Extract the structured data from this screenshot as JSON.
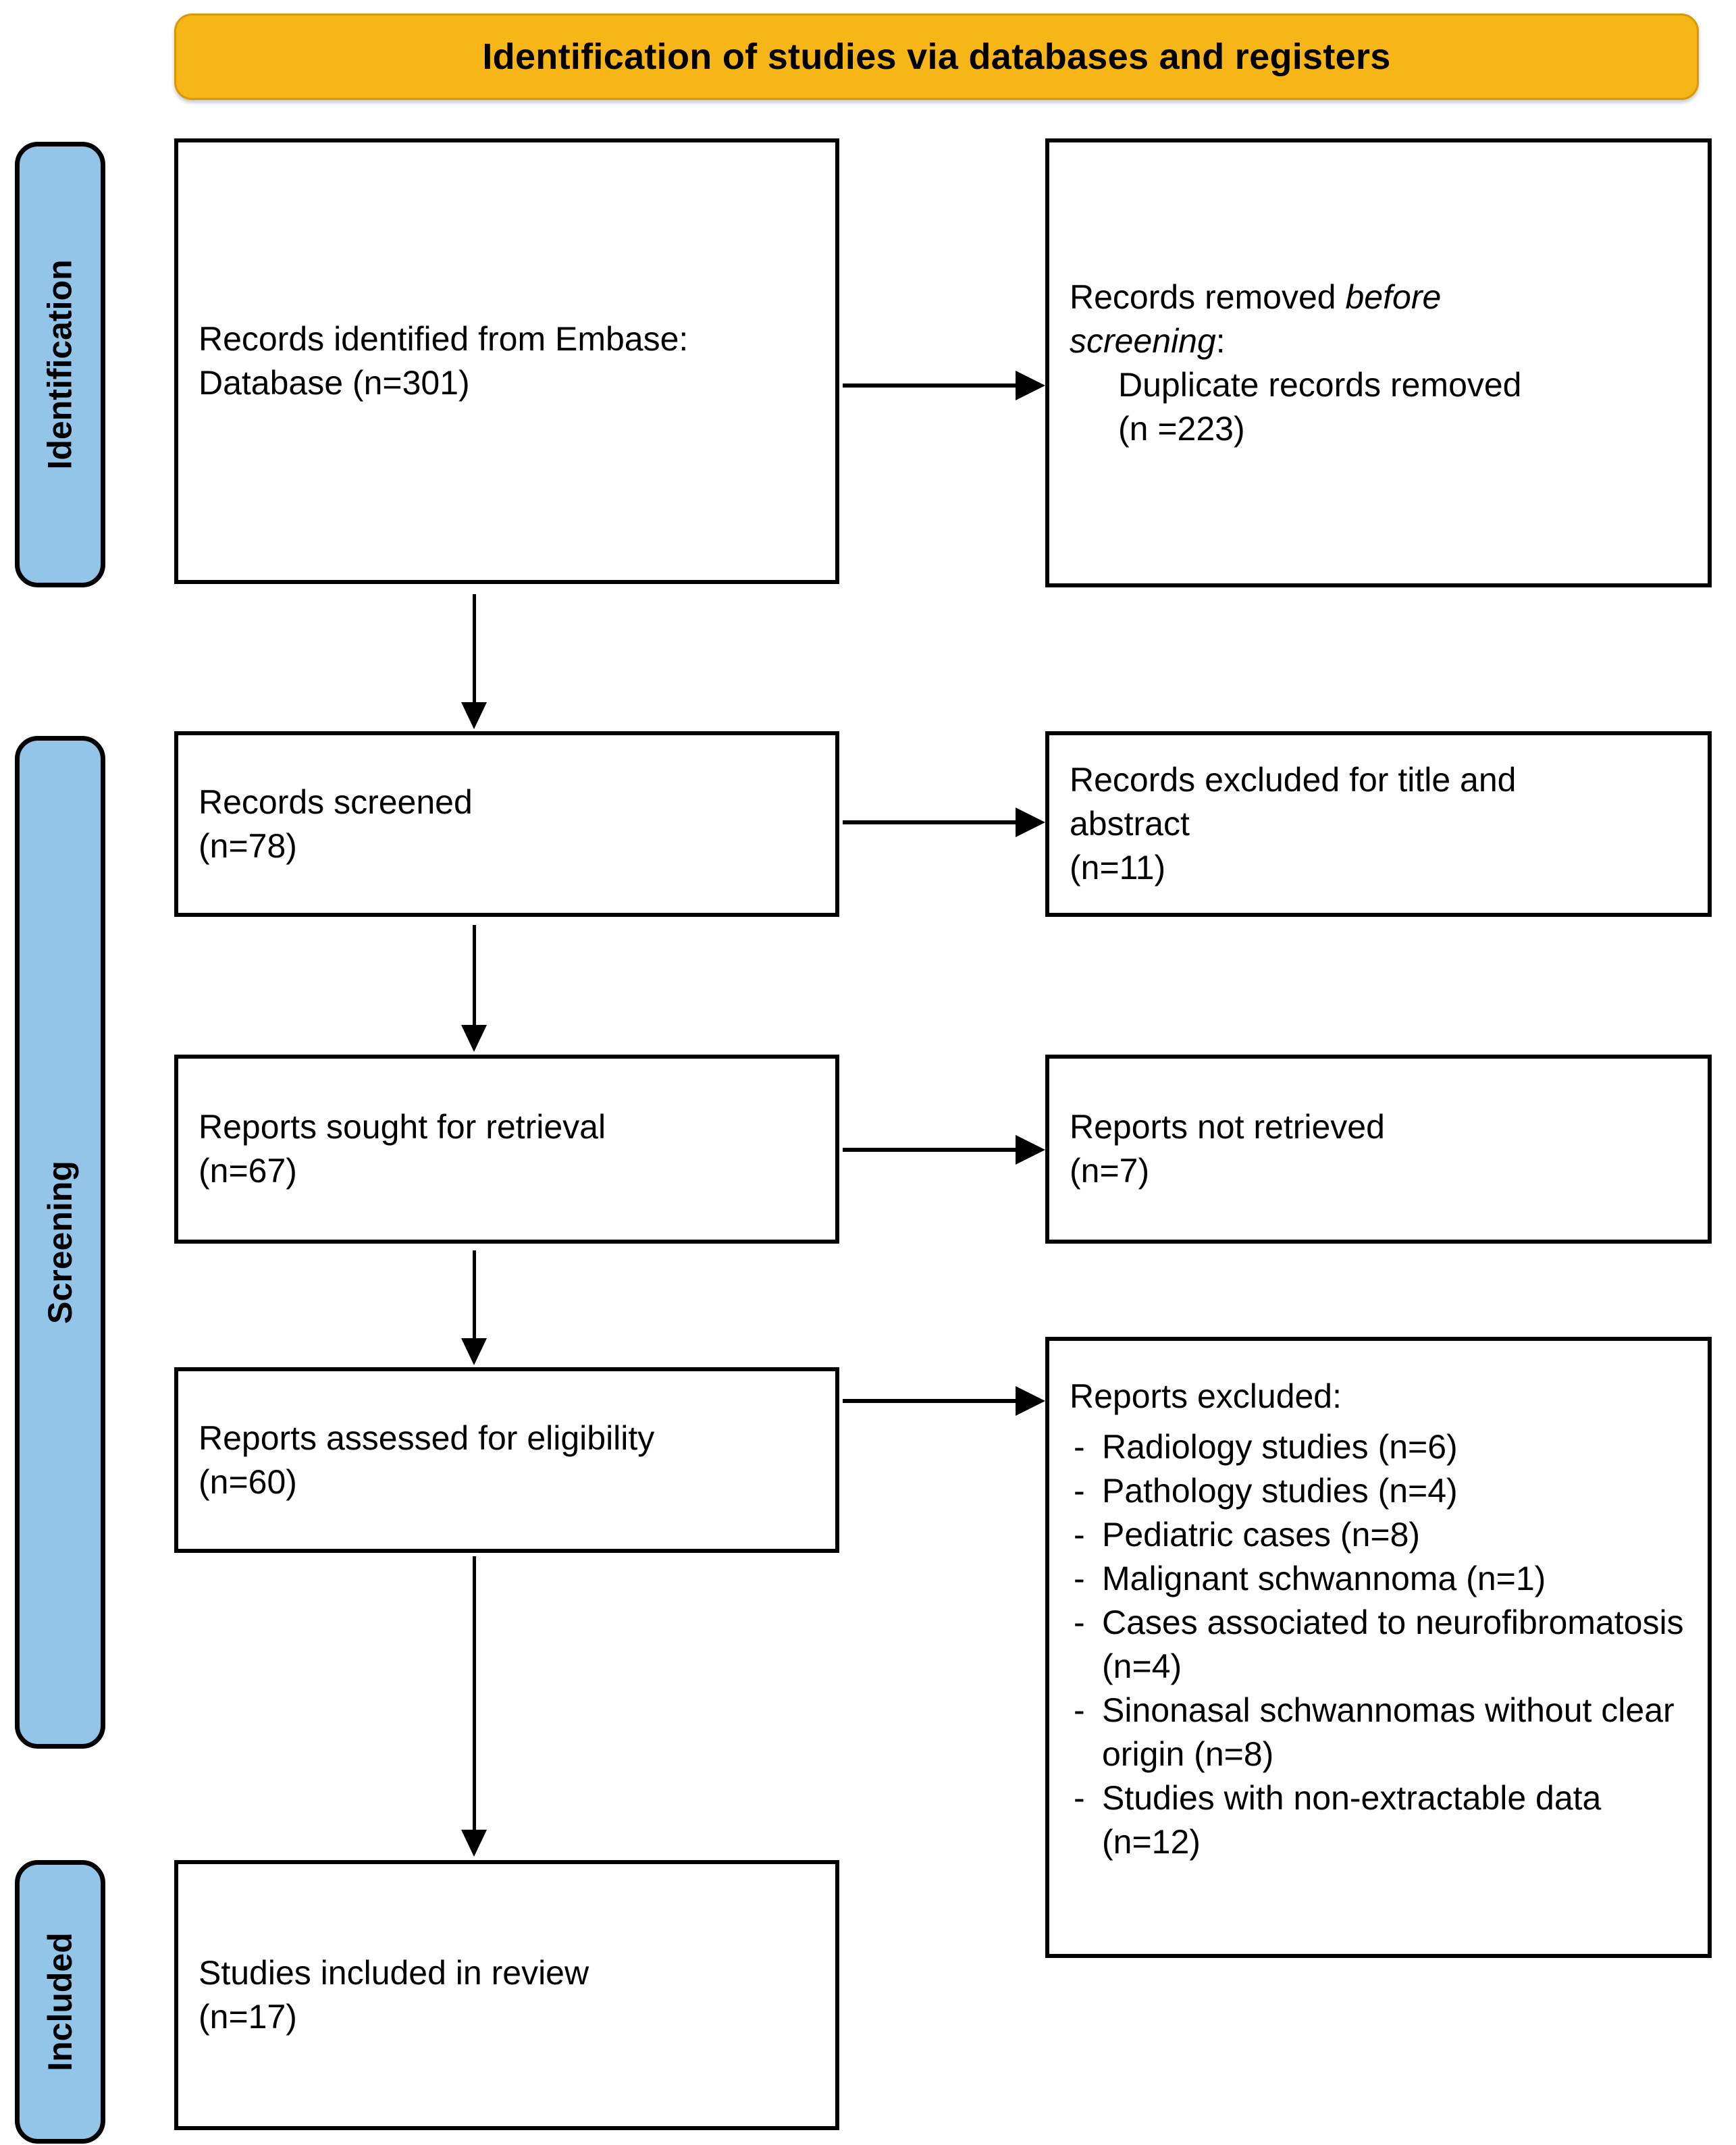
{
  "banner": {
    "title": "Identification of studies via databases and registers"
  },
  "stages": [
    {
      "id": "identification",
      "label": "Identification"
    },
    {
      "id": "screening",
      "label": "Screening"
    },
    {
      "id": "included",
      "label": "Included"
    }
  ],
  "flow": {
    "identified": {
      "line1": "Records identified from Embase:",
      "line2": "Database (n=301)"
    },
    "removed": {
      "lead_plain": "Records removed ",
      "lead_italic_1": "before",
      "lead_italic_2": "screening",
      "colon": ":",
      "detail_line1": "Duplicate records removed",
      "detail_line2": "(n =223)"
    },
    "screened": {
      "line1": "Records screened",
      "line2": "(n=78)"
    },
    "excluded_title_abstract": {
      "line1": "Records excluded for title and",
      "line2": "abstract",
      "line3": "(n=11)"
    },
    "sought": {
      "line1": "Reports sought for retrieval",
      "line2": "(n=67)"
    },
    "not_retrieved": {
      "line1": "Reports not retrieved",
      "line2": "(n=7)"
    },
    "assessed": {
      "line1": "Reports assessed for eligibility",
      "line2": "(n=60)"
    },
    "reports_excluded": {
      "heading": "Reports excluded:",
      "items": [
        "Radiology studies (n=6)",
        "Pathology studies (n=4)",
        "Pediatric cases (n=8)",
        "Malignant schwannoma (n=1)",
        "Cases associated to neurofibromatosis (n=4)",
        "Sinonasal schwannomas without clear origin (n=8)",
        "Studies with non-extractable data (n=12)"
      ]
    },
    "included": {
      "line1": "Studies included in review",
      "line2": "(n=17)"
    }
  },
  "colors": {
    "banner": "#F7B617",
    "stage": "#92C5E8",
    "box_border": "#000000",
    "text": "#000000"
  }
}
